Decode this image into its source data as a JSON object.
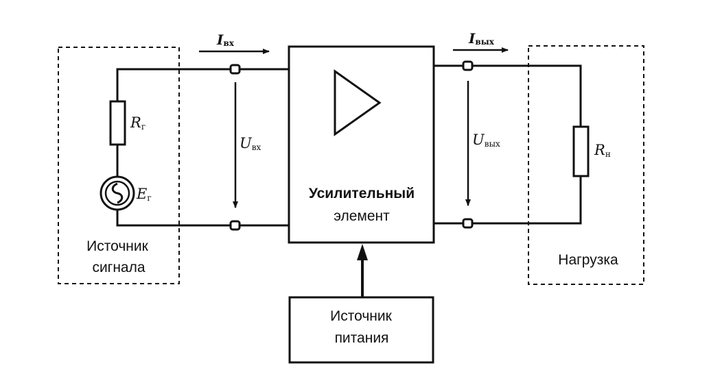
{
  "labels": {
    "i_in_main": "I",
    "i_in_sub": "вх",
    "i_out_main": "I",
    "i_out_sub": "вых",
    "u_in_main": "U",
    "u_in_sub": "вх",
    "u_out_main": "U",
    "u_out_sub": "вых",
    "r_g_main": "R",
    "r_g_sub": "г",
    "e_g_main": "E",
    "e_g_sub": "г",
    "r_n_main": "R",
    "r_n_sub": "н"
  },
  "blocks": {
    "amplifier_line1": "Усилительный",
    "amplifier_line2": "элемент",
    "signal_source_line1": "Источник",
    "signal_source_line2": "сигнала",
    "load": "Нагрузка",
    "power_source_line1": "Источник",
    "power_source_line2": "питания"
  }
}
